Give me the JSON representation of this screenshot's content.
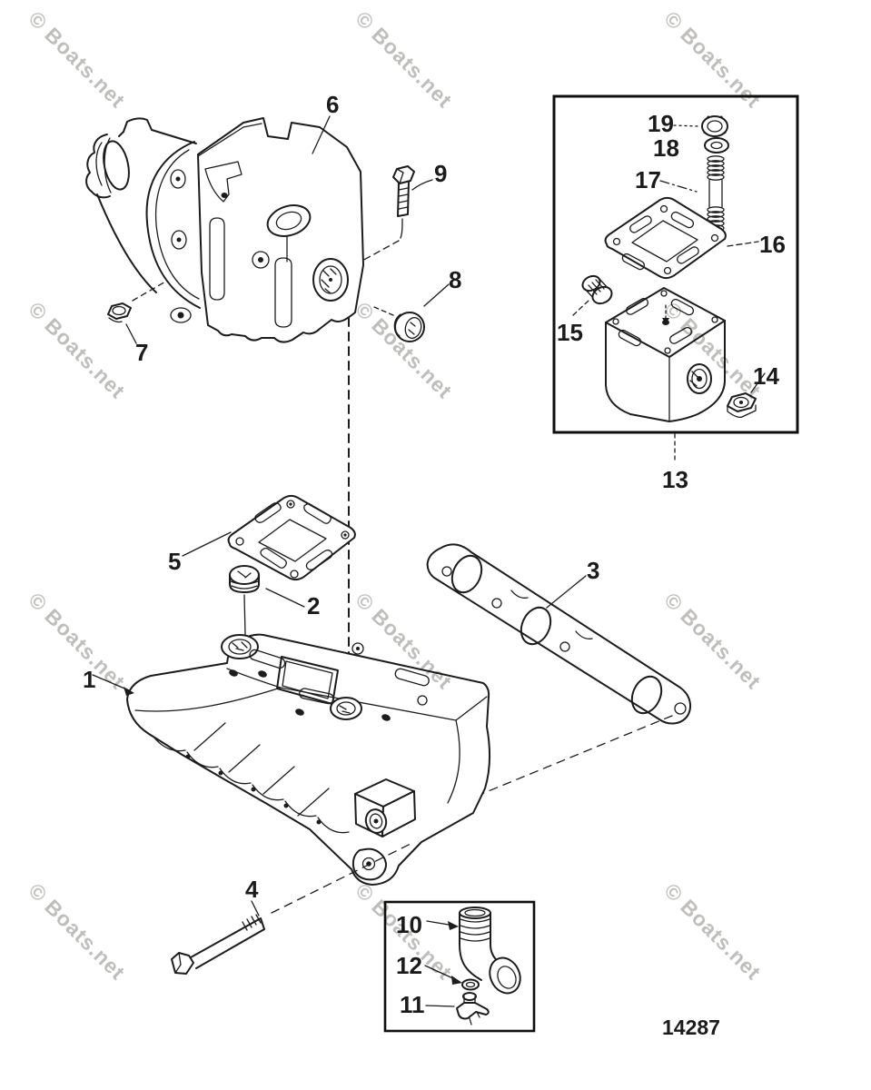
{
  "diagram": {
    "watermark_text": "© Boats.net",
    "drawing_number": "14287",
    "callouts": {
      "n1": "1",
      "n2": "2",
      "n3": "3",
      "n4": "4",
      "n5": "5",
      "n6": "6",
      "n7": "7",
      "n8": "8",
      "n9": "9",
      "n10": "10",
      "n11": "11",
      "n12": "12",
      "n13": "13",
      "n14": "14",
      "n15": "15",
      "n16": "16",
      "n17": "17",
      "n18": "18",
      "n19": "19"
    },
    "colors": {
      "line_art": "#1c1c1c",
      "label_text": "#1b1b1b",
      "watermark": "#aeaca8",
      "background": "#ffffff",
      "inset_border": "#0f0f0f"
    }
  }
}
